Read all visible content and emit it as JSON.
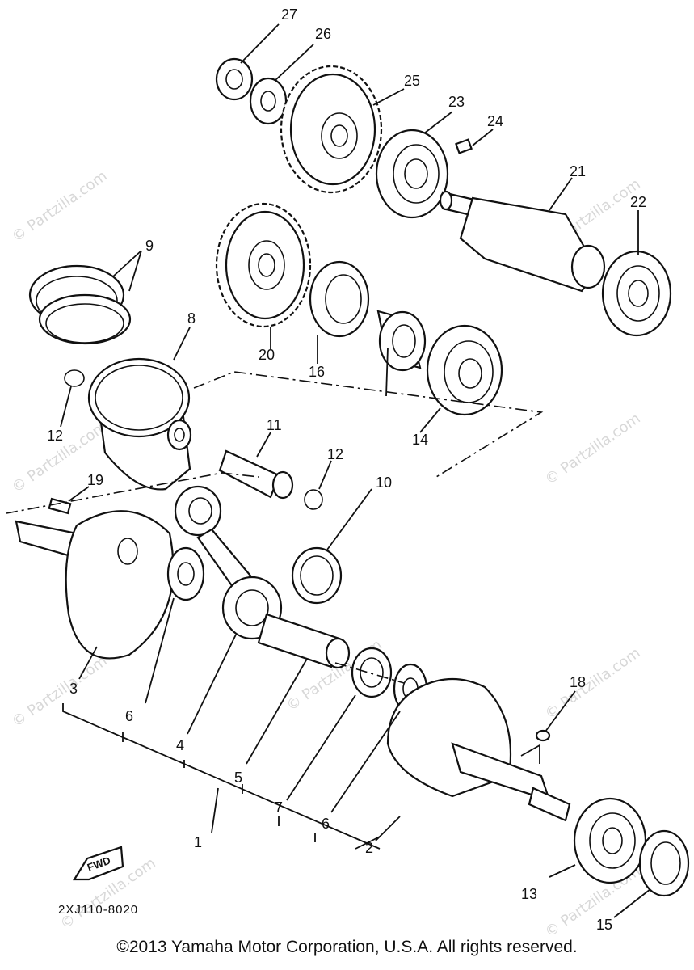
{
  "callouts": [
    "1",
    "2",
    "3",
    "4",
    "5",
    "6",
    "6",
    "7",
    "8",
    "9",
    "10",
    "11",
    "12",
    "12",
    "13",
    "14",
    "15",
    "16",
    "18",
    "19",
    "20",
    "21",
    "22",
    "23",
    "24",
    "25",
    "26",
    "27"
  ],
  "drawing_code": "2XJ110-8020",
  "fwd_label": "FWD",
  "watermark": "© Partzilla.com",
  "copyright": "©2013  Yamaha Motor Corporation, U.S.A. All rights reserved."
}
